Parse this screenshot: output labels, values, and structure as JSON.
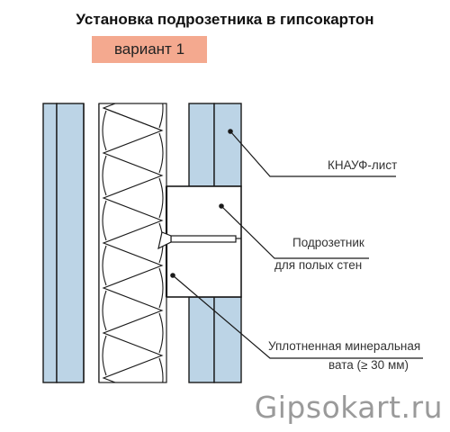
{
  "title": "Установка подрозетника в гипсокартон",
  "variant_label": "вариант 1",
  "labels": {
    "board": "КНАУФ-лист",
    "box_line1": "Подрозетник",
    "box_line2": "для полых стен",
    "wool_line1": "Уплотненная минеральная",
    "wool_line2": "вата (≥ 30 мм)"
  },
  "watermark": "Gipsokart.ru",
  "colors": {
    "board_fill": "#bcd4e6",
    "variant_fill": "#f4a98f",
    "line": "#1a1a1a"
  }
}
